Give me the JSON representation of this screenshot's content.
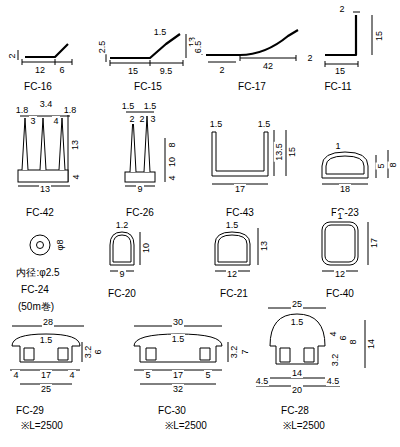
{
  "diagram": {
    "labels": [
      "2",
      "12",
      "6",
      "FC-16",
      "2.5",
      "1.5",
      "13",
      "15",
      "9.5",
      "FC-15",
      "6.5",
      "2",
      "42",
      "FC-17",
      "2",
      "15",
      "15",
      "2",
      "FC-11",
      "1.8",
      "3.4",
      "1.8",
      "3",
      "4",
      "13",
      "4",
      "13",
      "FC-42",
      "1.5",
      "1.5",
      "2",
      "2",
      "3",
      "8",
      "10",
      "4",
      "9",
      "FC-26",
      "1.5",
      "1.5",
      "13.5",
      "15",
      "17",
      "FC-43",
      "1",
      "5",
      "8",
      "18",
      "FC-23",
      "φ8",
      "内径:φ2.5",
      "FC-24",
      "(50m巻)",
      "1.2",
      "10",
      "9",
      "FC-20",
      "1.5",
      "13",
      "12",
      "FC-21",
      "1",
      "17",
      "12",
      "FC-40",
      "28",
      "1.5",
      "3.2",
      "6",
      "4",
      "17",
      "4",
      "25",
      "FC-29",
      "※L=2500",
      "30",
      "1.5",
      "3.2",
      "7",
      "5",
      "17",
      "5",
      "32",
      "FC-30",
      "※L=2500",
      "25",
      "1.5",
      "4",
      "6",
      "8",
      "14",
      "3.2",
      "4.5",
      "14",
      "4.5",
      "20",
      "FC-28",
      "※L=2500"
    ]
  }
}
